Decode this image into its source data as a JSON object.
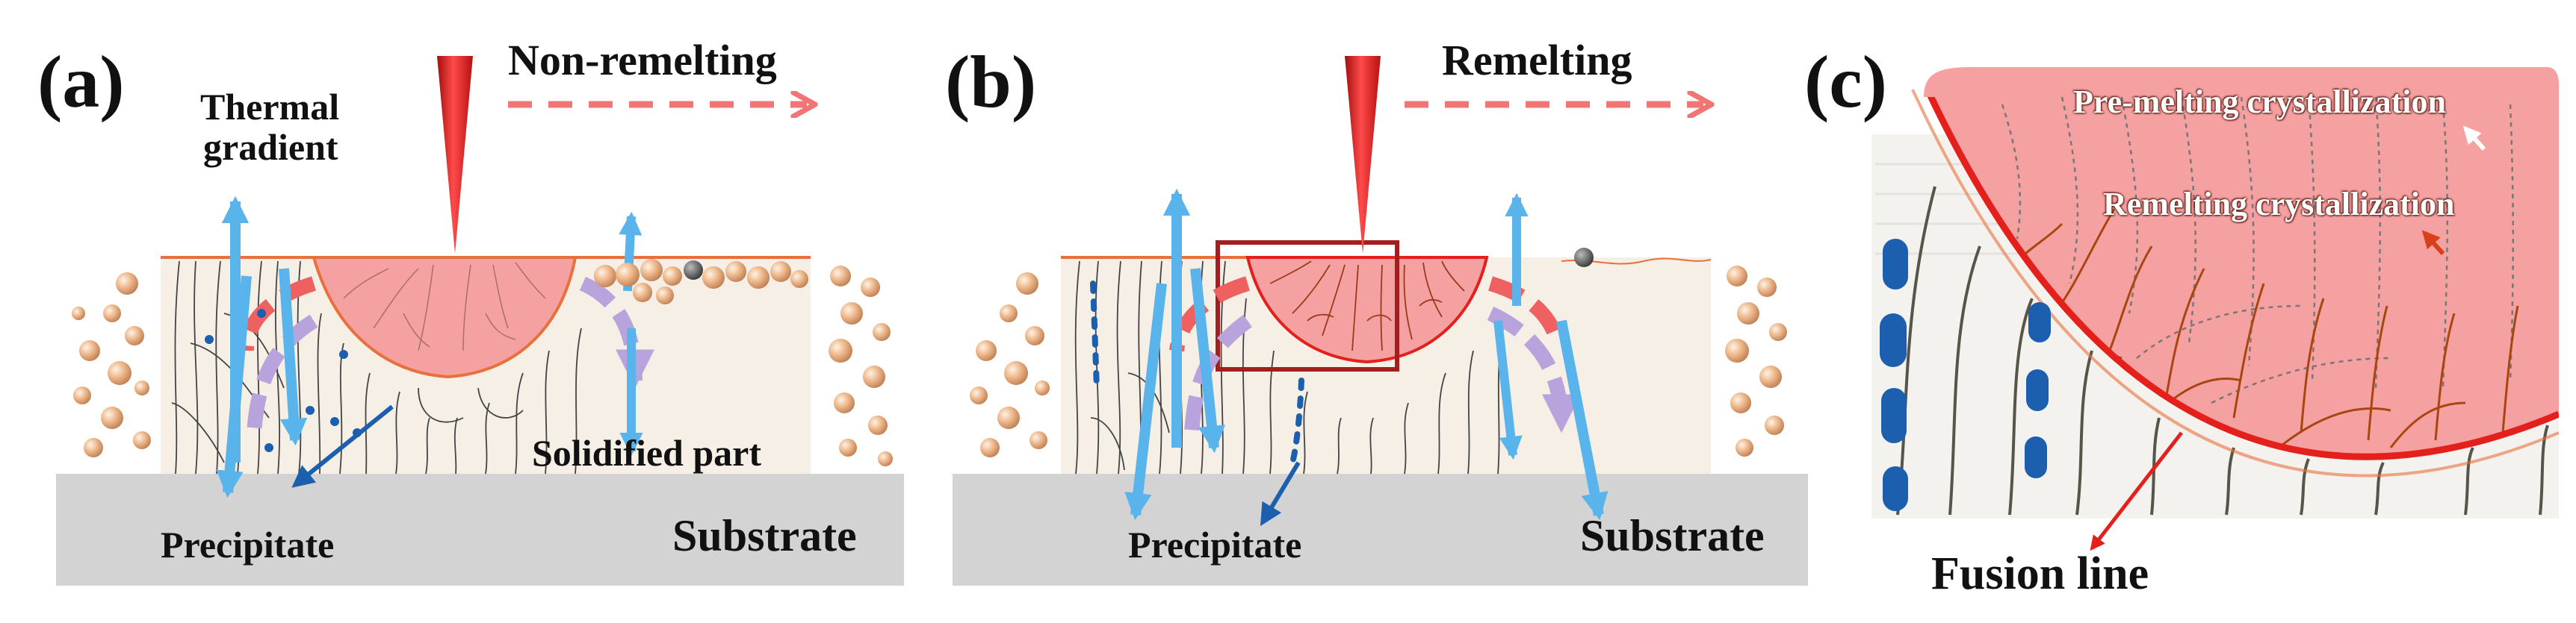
{
  "panels": {
    "a": {
      "letter": "(a)",
      "scan_label": "Non-remelting",
      "gradient_label_line1": "Thermal",
      "gradient_label_line2": "gradient",
      "precipitate_label": "Precipitate",
      "solidified_label": "Solidified part",
      "substrate_label": "Substrate"
    },
    "b": {
      "letter": "(b)",
      "scan_label": "Remelting",
      "precipitate_label": "Precipitate",
      "substrate_label": "Substrate"
    },
    "c": {
      "letter": "(c)",
      "premelt_label": "Pre-melting crystallization",
      "remelt_label": "Remelting crystallization",
      "fusion_label": "Fusion line"
    }
  },
  "colors": {
    "melt_pool": "#f6a1a1",
    "melt_pool_edge": "#e8703c",
    "laser": "#e01f1f",
    "scan_arrow": "#f27575",
    "gradient_arrow": "#5ab4ec",
    "heat_arrow_red": "#ef6060",
    "heat_arrow_purple": "#b9a3dc",
    "precipitate": "#1b5fae",
    "powder": "#e3aa80",
    "substrate": "#d3d3d3",
    "solidified": "#f5efe6",
    "fusion_line": "#e3201c",
    "zoom_box": "#a31f1f"
  }
}
